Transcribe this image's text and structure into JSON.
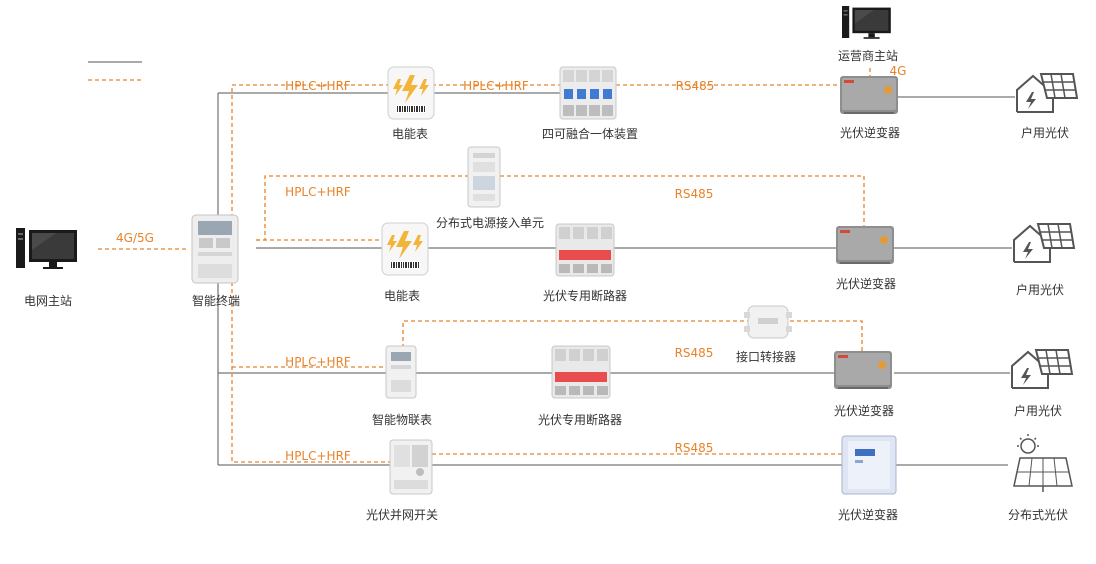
{
  "legend": {
    "power": "",
    "comm": ""
  },
  "colors": {
    "comm_line": "#e8832a",
    "power_line": "#555555",
    "breaker_red": "#e84c4c"
  },
  "nodes": {
    "grid_station": "电网主站",
    "smart_terminal": "智能终端",
    "operator_station": "运营商主站",
    "meter_1": "电能表",
    "fusion_device": "四可融合一体装置",
    "inverter_1": "光伏逆变器",
    "household_pv_1": "户用光伏",
    "access_unit": "分布式电源接入单元",
    "meter_2": "电能表",
    "breaker_2": "光伏专用断路器",
    "inverter_2": "光伏逆变器",
    "household_pv_2": "户用光伏",
    "interface_converter": "接口转接器",
    "iot_meter": "智能物联表",
    "breaker_3": "光伏专用断路器",
    "inverter_3": "光伏逆变器",
    "household_pv_3": "户用光伏",
    "grid_switch": "光伏并网开关",
    "inverter_4": "光伏逆变器",
    "distributed_pv": "分布式光伏"
  },
  "links": {
    "cellular": "4G/5G",
    "operator_4g": "4G",
    "hplc_1a": "HPLC+HRF",
    "hplc_1b": "HPLC+HRF",
    "rs485_1": "RS485",
    "hplc_2": "HPLC+HRF",
    "rs485_2": "RS485",
    "hplc_3": "HPLC+HRF",
    "rs485_3": "RS485",
    "hplc_4": "HPLC+HRF",
    "rs485_4": "RS485"
  },
  "icons": {
    "computer": "desktop-computer-icon",
    "terminal": "smart-terminal-icon",
    "meter": "electric-meter-icon",
    "breaker": "circuit-breaker-icon",
    "inverter": "pv-inverter-icon",
    "house": "house-solar-icon",
    "sun_panel": "sun-solar-panel-icon"
  }
}
